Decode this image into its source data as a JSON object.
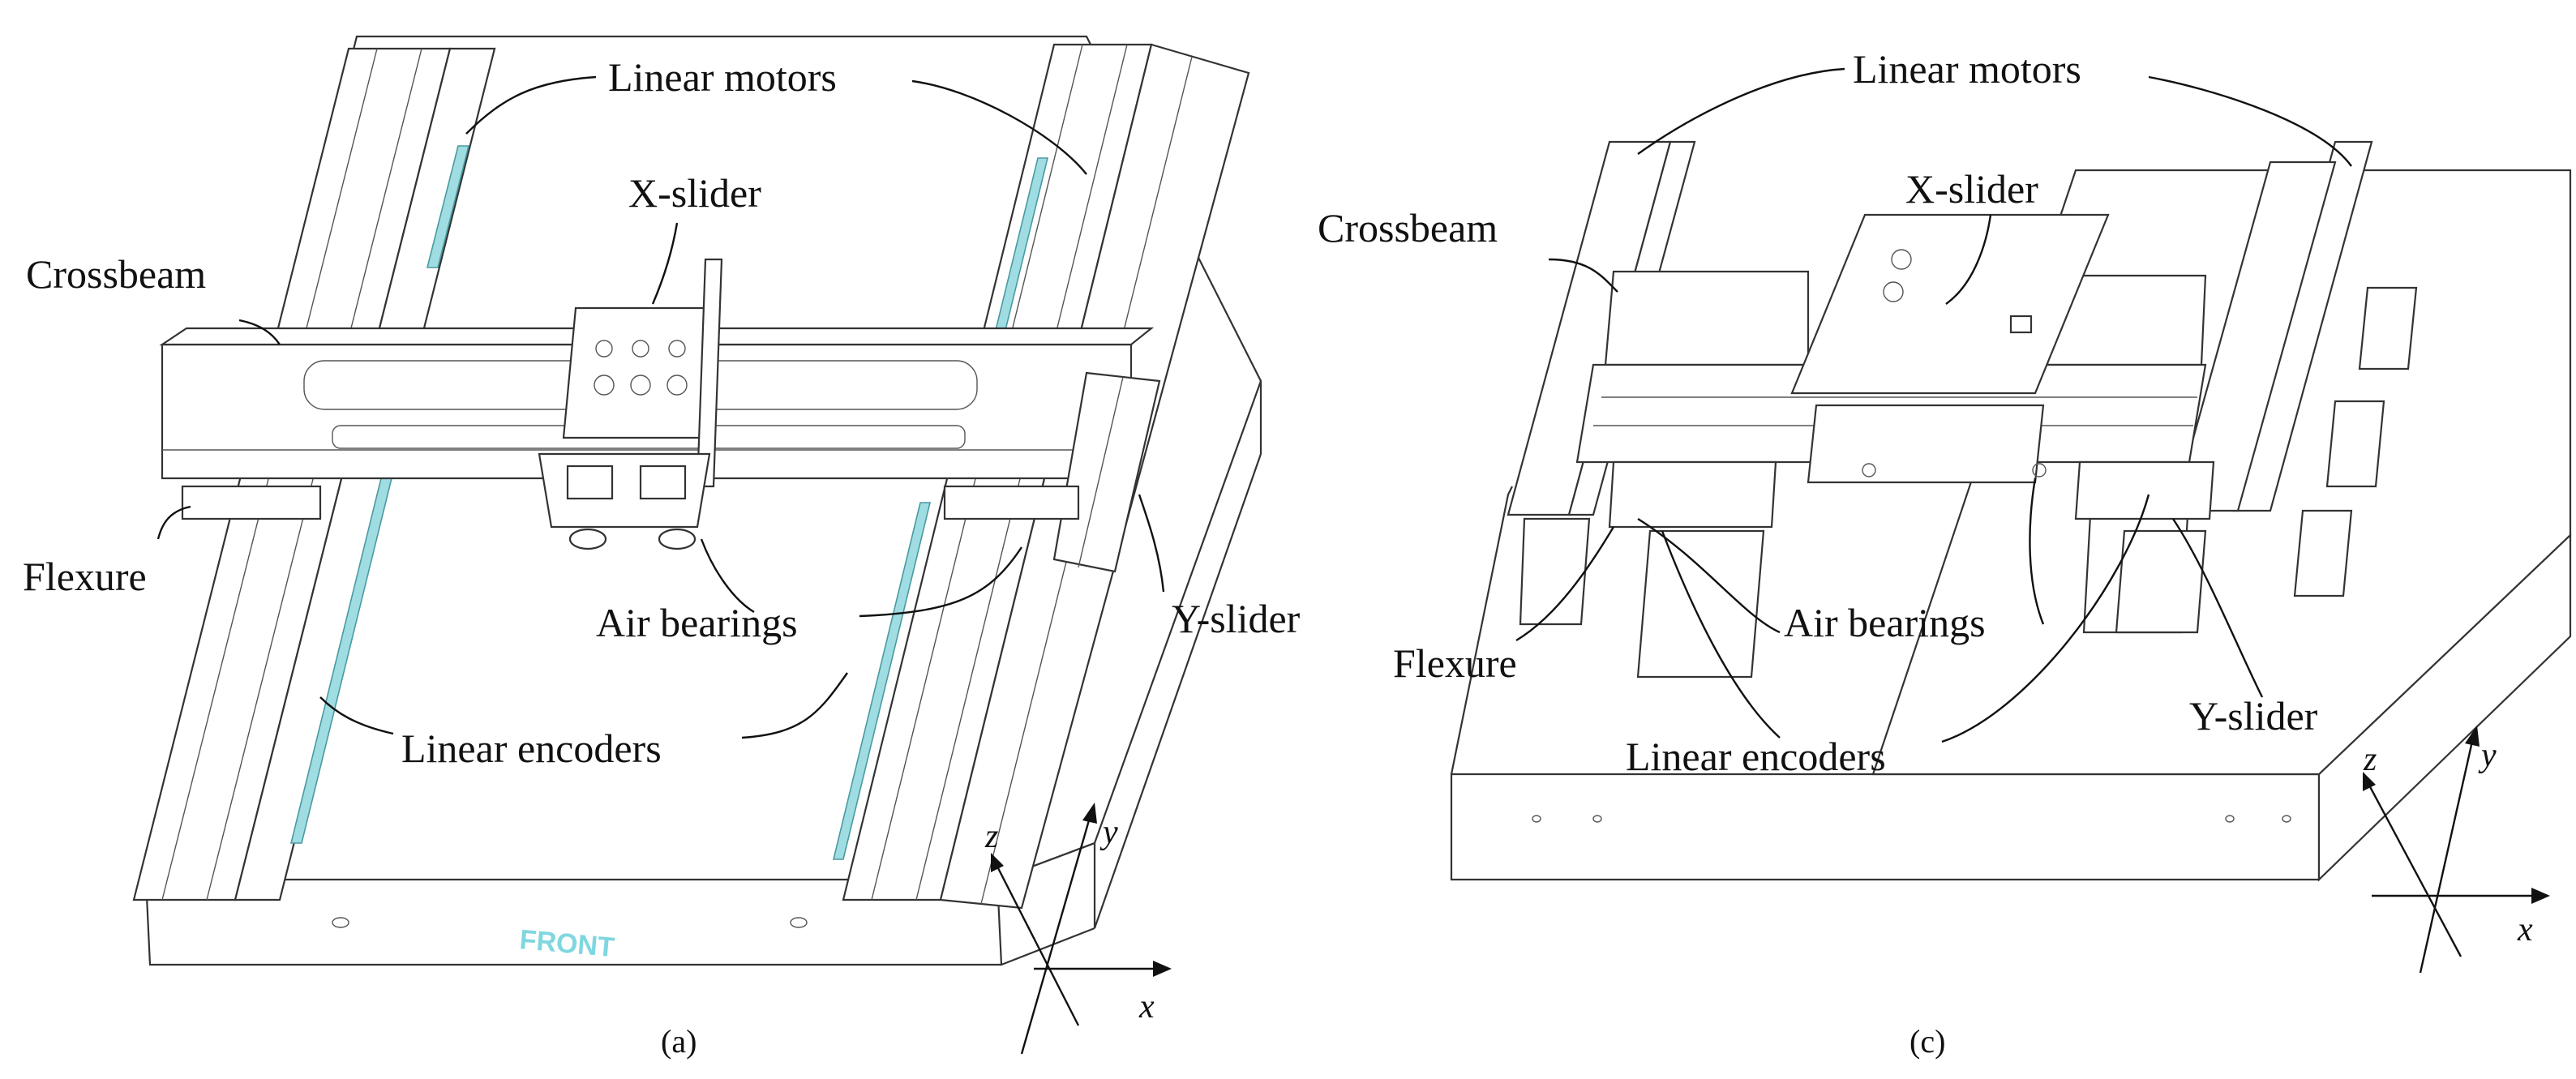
{
  "figure": {
    "panel_a": {
      "caption": "(a)",
      "labels": {
        "linear_motors": "Linear motors",
        "x_slider": "X-slider",
        "crossbeam": "Crossbeam",
        "flexure": "Flexure",
        "air_bearings": "Air bearings",
        "y_slider": "Y-slider",
        "linear_encoders": "Linear encoders",
        "front_marking": "FRONT"
      },
      "axes": {
        "x": "x",
        "y": "y",
        "z": "z"
      }
    },
    "panel_c": {
      "caption": "(c)",
      "labels": {
        "linear_motors": "Linear motors",
        "x_slider": "X-slider",
        "crossbeam": "Crossbeam",
        "air_bearings": "Air bearings",
        "flexure": "Flexure",
        "y_slider": "Y-slider",
        "linear_encoders": "Linear encoders"
      },
      "axes": {
        "x": "x",
        "y": "y",
        "z": "z"
      }
    },
    "colors": {
      "line": "#333333",
      "encoder": "#9fdde2",
      "front_marking": "#7fd7e0"
    }
  }
}
